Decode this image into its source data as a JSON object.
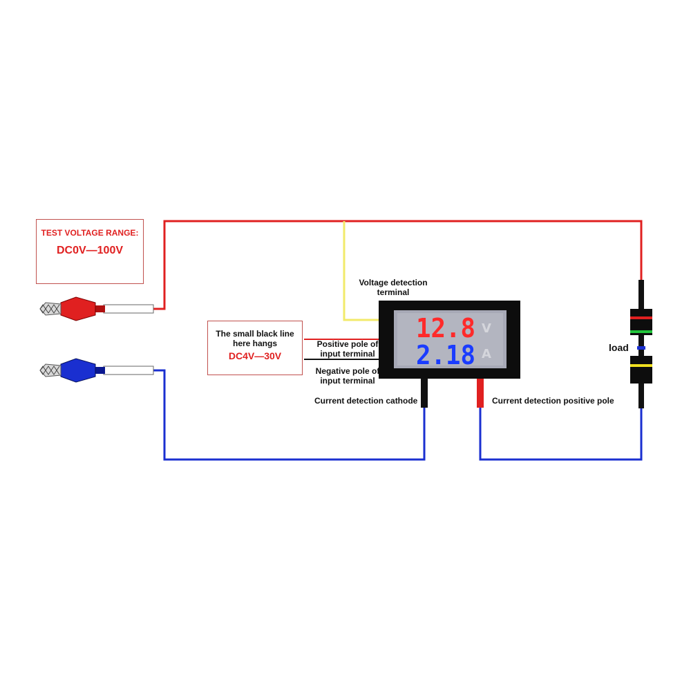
{
  "test_range": {
    "title": "TEST VOLTAGE RANGE:",
    "value": "DC0V—100V"
  },
  "note": {
    "line1": "The small black line",
    "line2": "here hangs",
    "value": "DC4V—30V"
  },
  "labels": {
    "voltage_terminal_1": "Voltage detection",
    "voltage_terminal_2": "terminal",
    "positive_input_1": "Positive pole of",
    "positive_input_2": "input terminal",
    "negative_input_1": "Negative pole of",
    "negative_input_2": "input terminal",
    "current_cathode": "Current detection cathode",
    "current_positive": "Current detection positive pole",
    "load": "load"
  },
  "display": {
    "voltage": "12.8",
    "voltage_unit": "V",
    "current": "2.18",
    "current_unit": "A"
  },
  "colors": {
    "positive_wire": "#e02020",
    "negative_wire": "#1a2fd0",
    "voltage_sense_wire": "#f2ea6a",
    "voltage_digits": "#ff2a2a",
    "current_digits": "#1a3cff"
  }
}
